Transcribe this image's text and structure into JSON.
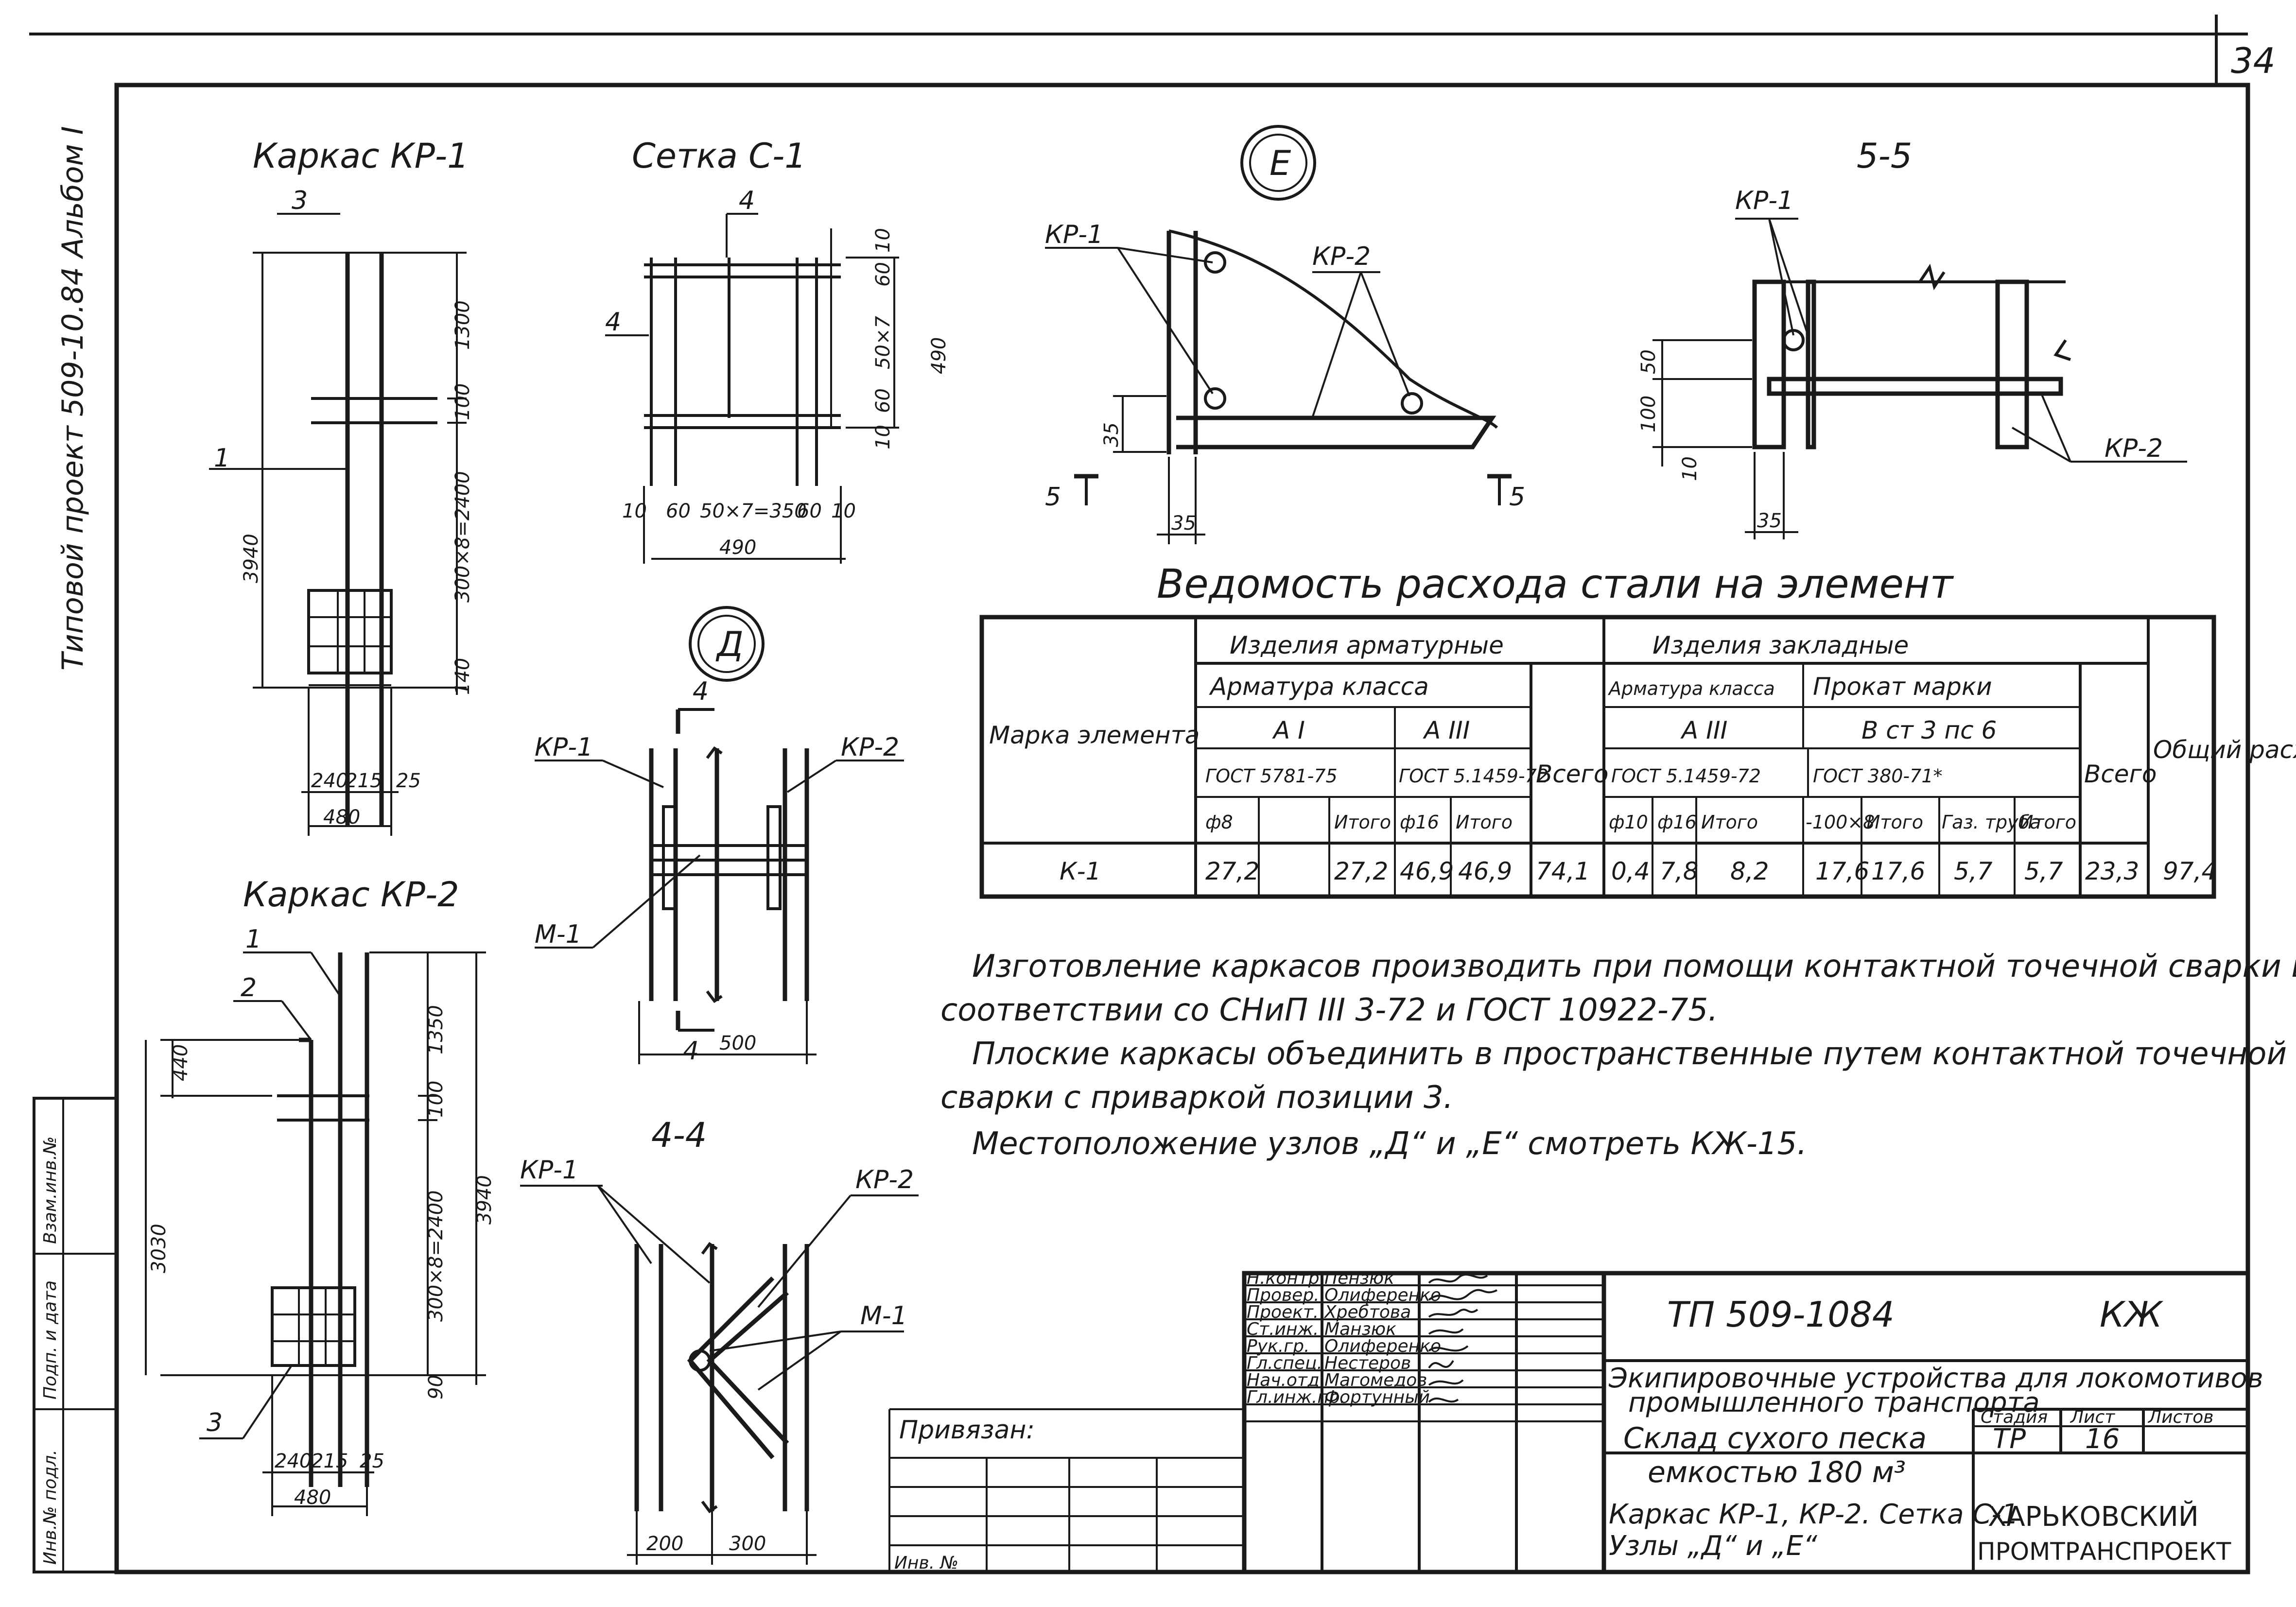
{
  "sheet_number": "34",
  "side_title": "Типовой проект 509-10.84 Альбом I",
  "side_stamp": [
    "Инв.№ подл.",
    "Подп. и дата",
    "Взам.инв.№"
  ],
  "views": {
    "kr1": {
      "title": "Каркас КР-1",
      "dims": [
        "3940",
        "1300",
        "100",
        "300×8=2400",
        "140",
        "240",
        "215",
        "25",
        "480"
      ],
      "marks": [
        "3",
        "1"
      ]
    },
    "c1": {
      "title": "Сетка С-1",
      "dims": [
        "10",
        "60",
        "50×7",
        "60",
        "10",
        "490",
        "10",
        "60",
        "50×7=350",
        "60",
        "10",
        "490"
      ],
      "marks": [
        "4",
        "4"
      ]
    },
    "e": {
      "title": "Е",
      "labels": [
        "КР-1",
        "КР-2"
      ],
      "dims": [
        "35",
        "35"
      ],
      "section": [
        "5",
        "5"
      ]
    },
    "s55": {
      "title": "5-5",
      "labels": [
        "КР-1",
        "КР-2"
      ],
      "dims": [
        "50",
        "100",
        "10",
        "35"
      ]
    },
    "d": {
      "title": "Д",
      "labels": [
        "КР-1",
        "КР-2",
        "М-1"
      ],
      "section": [
        "4",
        "4"
      ],
      "dims": [
        "500"
      ]
    },
    "kr2": {
      "title": "Каркас КР-2",
      "dims": [
        "440",
        "3030",
        "1350",
        "100",
        "300×8=2400",
        "3940",
        "90",
        "240",
        "215",
        "25",
        "480"
      ],
      "marks": [
        "1",
        "2",
        "3"
      ]
    },
    "s44": {
      "title": "4-4",
      "labels": [
        "КР-1",
        "КР-2",
        "М-1"
      ],
      "dims": [
        "200",
        "300"
      ]
    }
  },
  "table": {
    "title": "Ведомость расхода стали на элемент",
    "col_mark": "Марка элемента",
    "group_arm": "Изделия арматурные",
    "group_zakl": "Изделия закладные",
    "arm_class": "Арматура класса",
    "arm_class2": "Арматура класса",
    "prokat": "Прокат марки",
    "a1": "А I",
    "a3": "А III",
    "a3b": "А III",
    "vst": "В ст 3 пс 6",
    "gost1": "ГОСТ 5781-75",
    "gost2": "ГОСТ 5.1459-72",
    "gost3": "ГОСТ 5.1459-72",
    "gost4": "ГОСТ 380-71*",
    "vsego": "Всего",
    "vsego2": "Всего",
    "total": "Общий расход",
    "sub": [
      "ф8",
      "",
      "Итого",
      "ф16",
      "Итого",
      "ф10",
      "ф16",
      "Итого",
      "-100×8",
      "Итого",
      "Газ. труба",
      "Итого"
    ],
    "row": {
      "mark": "К-1",
      "f8": "27,2",
      "empty": "",
      "it1": "27,2",
      "f16": "46,9",
      "it2": "46,9",
      "vsego1": "74,1",
      "f10": "0,4",
      "f16b": "7,8",
      "it3": "8,2",
      "plate": "17,6",
      "it4": "17,6",
      "pipe": "5,7",
      "it5": "5,7",
      "vsego2": "23,3",
      "total": "97,4"
    }
  },
  "notes": [
    "Изготовление каркасов производить при помощи контактной точечной сварки в",
    "соответствии со СНиП III 3-72 и ГОСТ 10922-75.",
    "Плоские каркасы объединить в пространственные путем контактной точечной",
    "сварки с приваркой позиции 3.",
    "Местоположение узлов „Д“ и „Е“ смотреть КЖ-15."
  ],
  "stamp": {
    "roles": [
      "Н.контр.",
      "Провер.",
      "Проект.",
      "Ст.инж.",
      "Рук.гр.",
      "Гл.спец.",
      "Нач.отд.",
      "Гл.инж.пр."
    ],
    "names": [
      "Пензюк",
      "Олиференко",
      "Хребтова",
      "Манзюк",
      "Олиференко",
      "Нестеров",
      "Магомедов",
      "Фортунный"
    ],
    "privyazan": "Привязан:",
    "inv": "Инв. №",
    "code": "ТП 509-1084",
    "mark": "КЖ",
    "project": [
      "Экипировочные устройства для локомотивов",
      "промышленного транспорта"
    ],
    "object": [
      "Склад сухого песка",
      "емкостью 180 м³"
    ],
    "stage_h": "Стадия",
    "sheet_h": "Лист",
    "sheets_h": "Листов",
    "stage": "ТР",
    "sheet": "16",
    "sheets": "",
    "content": [
      "Каркас КР-1, КР-2. Сетка С-1",
      "Узлы „Д“ и „Е“"
    ],
    "org": [
      "ХАРЬКОВСКИЙ",
      "ПРОМТРАНСПРОЕКТ"
    ]
  }
}
